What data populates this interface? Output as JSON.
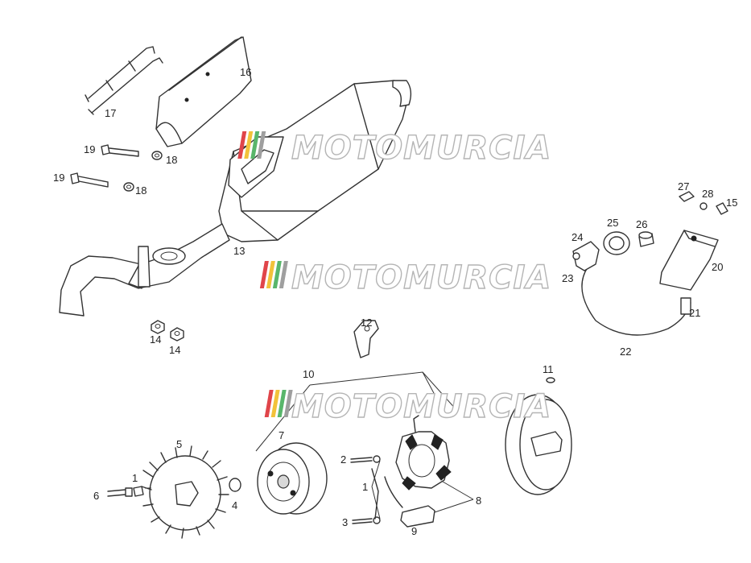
{
  "watermark": {
    "text": "MOTOMURCIA",
    "colors": [
      "#e0454a",
      "#f2c23a",
      "#59b66b",
      "#9f9f9f"
    ]
  },
  "parts": {
    "p1a": "1",
    "p1b": "1",
    "p2": "2",
    "p3": "3",
    "p4": "4",
    "p5": "5",
    "p6": "6",
    "p7": "7",
    "p8": "8",
    "p9": "9",
    "p10": "10",
    "p11": "11",
    "p12": "12",
    "p13": "13",
    "p14a": "14",
    "p14b": "14",
    "p15": "15",
    "p16": "16",
    "p17": "17",
    "p18a": "18",
    "p18b": "18",
    "p19a": "19",
    "p19b": "19",
    "p20": "20",
    "p21": "21",
    "p22": "22",
    "p23": "23",
    "p24": "24",
    "p25": "25",
    "p26": "26",
    "p27": "27",
    "p28": "28"
  }
}
